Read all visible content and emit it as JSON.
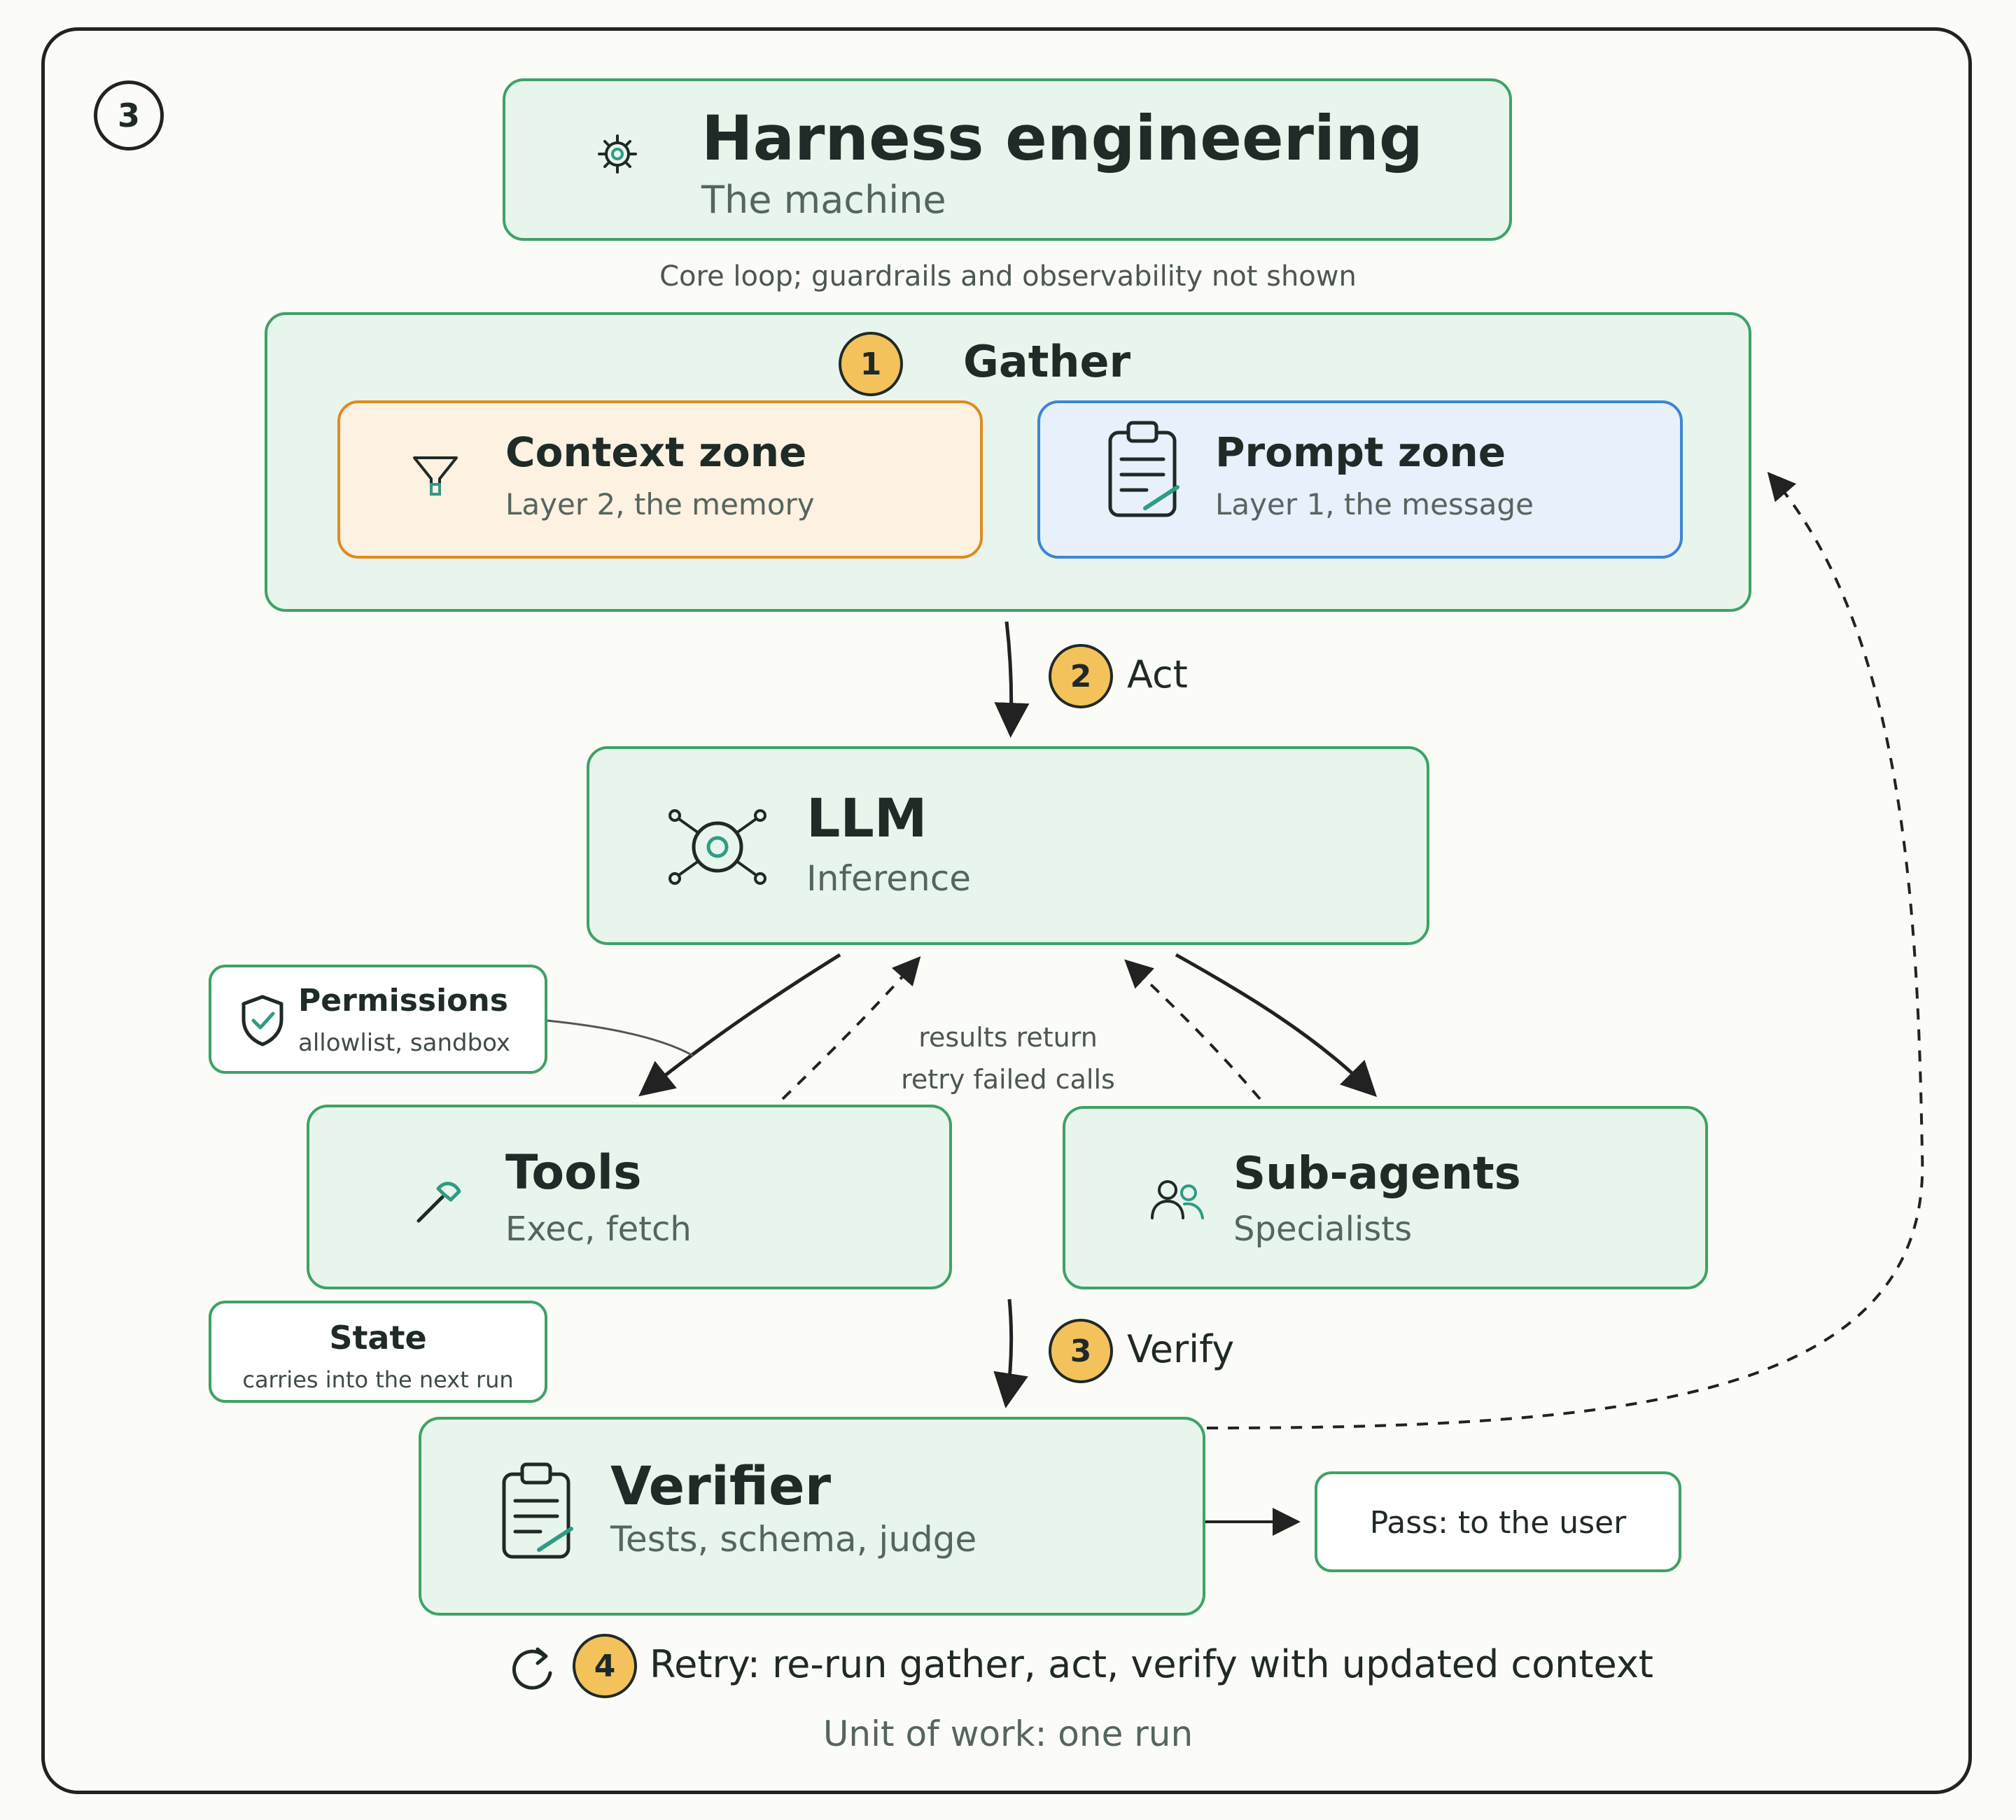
{
  "step_number": "3",
  "header": {
    "title": "Harness engineering",
    "subtitle": "The machine"
  },
  "caption": "Core loop; guardrails and observability not shown",
  "gather": {
    "step": "1",
    "title": "Gather",
    "context_zone": {
      "title": "Context zone",
      "subtitle": "Layer 2, the memory"
    },
    "prompt_zone": {
      "title": "Prompt zone",
      "subtitle": "Layer 1, the message"
    }
  },
  "act": {
    "step": "2",
    "label": "Act"
  },
  "llm": {
    "title": "LLM",
    "subtitle": "Inference"
  },
  "permissions": {
    "title": "Permissions",
    "subtitle": "allowlist, sandbox"
  },
  "results_note": {
    "line1": "results return",
    "line2": "retry failed calls"
  },
  "tools": {
    "title": "Tools",
    "subtitle": "Exec, fetch"
  },
  "subagents": {
    "title": "Sub-agents",
    "subtitle": "Specialists"
  },
  "state": {
    "title": "State",
    "subtitle": "carries into the next run"
  },
  "verify": {
    "step": "3",
    "label": "Verify"
  },
  "verifier": {
    "title": "Verifier",
    "subtitle": "Tests, schema, judge"
  },
  "pass": {
    "label": "Pass: to the user"
  },
  "retry": {
    "step": "4",
    "label": "Retry: re-run gather, act, verify with updated context"
  },
  "footer": "Unit of work: one run",
  "colors": {
    "green_fill": "#e8f5ec",
    "green_border": "#3ea266",
    "orange_fill": "#fdf1e1",
    "orange_border": "#e08a1e",
    "blue_fill": "#e7f0fb",
    "blue_border": "#3a86d6",
    "badge": "#f4c25b",
    "accent_teal": "#2f9c84"
  }
}
